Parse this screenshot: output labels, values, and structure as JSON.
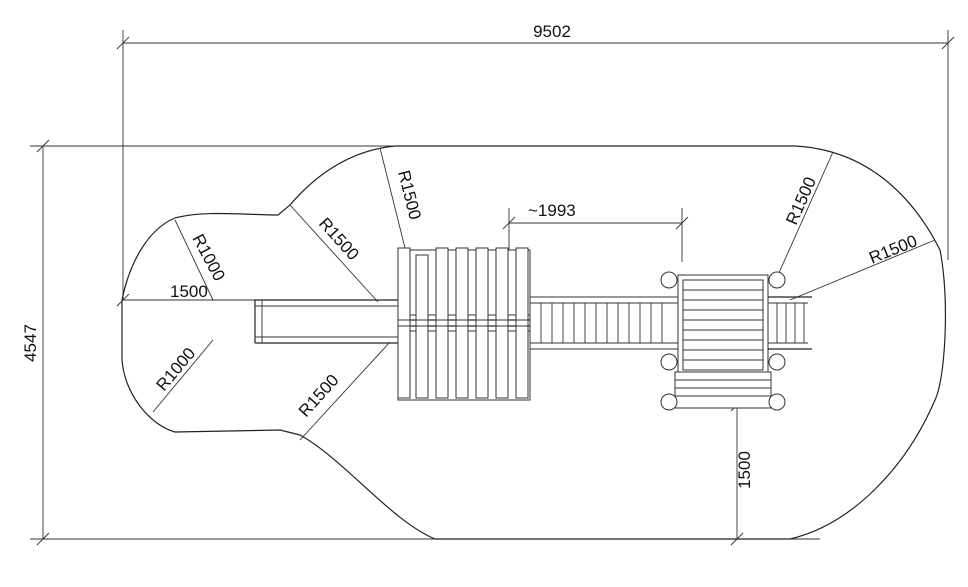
{
  "drawing": {
    "dimensions": {
      "overall_length": "9502",
      "overall_width": "4547",
      "bridge_span": "~1993",
      "offset_left": "1500",
      "offset_bottom": "1500"
    },
    "radii": {
      "r_top_left_small": "R1000",
      "r_bottom_left_small": "R1000",
      "r_top_left_large": "R1500",
      "r_top_mid": "R1500",
      "r_bottom_left_large": "R1500",
      "r_top_right": "R1500",
      "r_right": "R1500"
    }
  }
}
